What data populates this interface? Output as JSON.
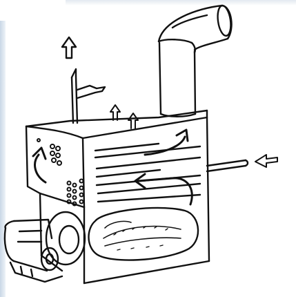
{
  "figure": {
    "subject": "heater-cutaway-sketch",
    "ink_color": "#111111",
    "paper_color": "#ffffff",
    "edge_tint": "#c9d7e6",
    "parts": [
      {
        "name": "heater-cabinet-body"
      },
      {
        "name": "exhaust-flue-pipe"
      },
      {
        "name": "small-vent-stack"
      },
      {
        "name": "burner-blower-unit"
      },
      {
        "name": "combustion-chamber-flame"
      },
      {
        "name": "fuel-inlet-pipe"
      },
      {
        "name": "control-dials-panel"
      }
    ],
    "arrows": [
      {
        "name": "up-arrow-exhaust"
      },
      {
        "name": "up-arrow-heat-1"
      },
      {
        "name": "up-arrow-heat-2"
      },
      {
        "name": "inlet-arrow"
      },
      {
        "name": "airflow-curve-top"
      },
      {
        "name": "airflow-curve-middle"
      },
      {
        "name": "airflow-curve-left"
      }
    ]
  }
}
